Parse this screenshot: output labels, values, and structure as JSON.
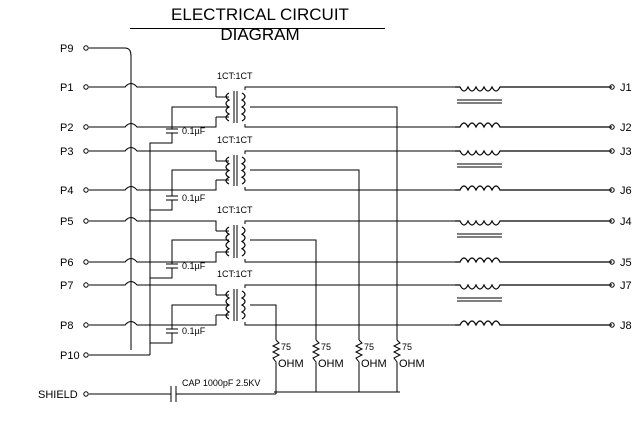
{
  "title": "ELECTRICAL CIRCUIT DIAGRAM",
  "left_pins": [
    "P9",
    "P1",
    "P2",
    "P3",
    "P4",
    "P5",
    "P6",
    "P7",
    "P8",
    "P10"
  ],
  "right_pins": [
    "J1",
    "J2",
    "J3",
    "J6",
    "J4",
    "J5",
    "J7",
    "J8"
  ],
  "transformer_ratio": "1CT:1CT",
  "capacitor": "0.1µF",
  "resistor_value": "75",
  "resistor_unit": "OHM",
  "shield_label": "SHIELD",
  "shield_cap": "CAP 1000pF 2.5KV"
}
